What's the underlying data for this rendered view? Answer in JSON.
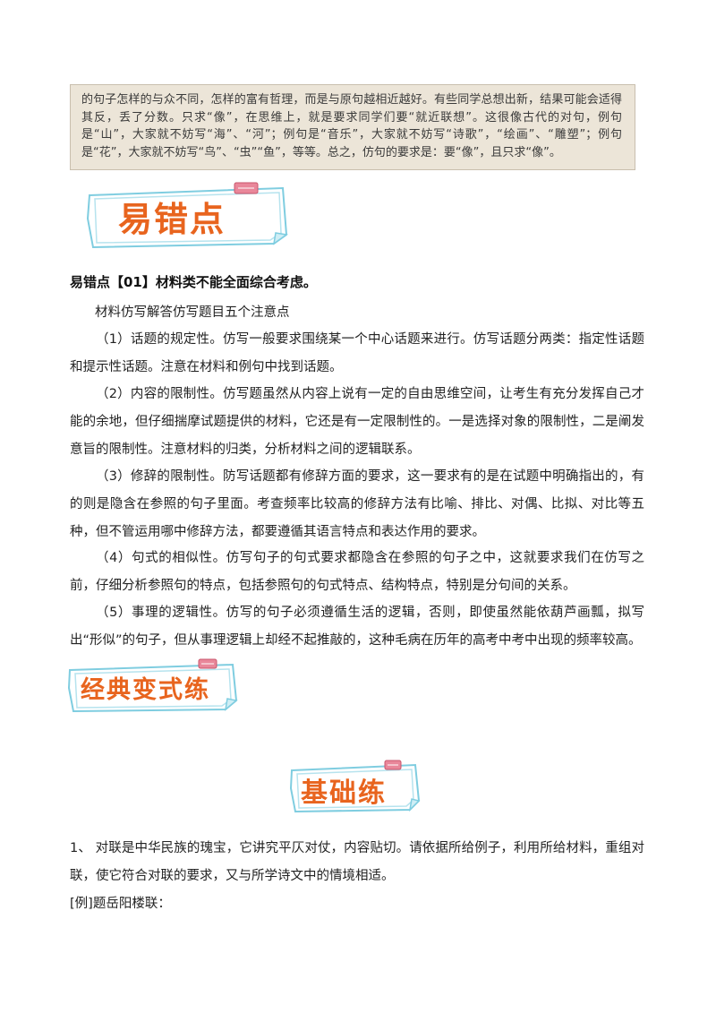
{
  "tip": {
    "text": "的句子怎样的与众不同，怎样的富有哲理，而是与原句越相近越好。有些同学总想出新，结果可能会适得其反，丢了分数。只求“像”，在思维上，就是要求同学们要“就近联想”。这很像古代的对句，例句是“山”，大家就不妨写“海”、“河”；例句是“音乐”，大家就不妨写“诗歌”，“绘画”、“雕塑”；例句是“花”，大家就不妨写“鸟”、“虫”“鱼”，等等。总之，仿句的要求是：要“像”，且只求“像”。"
  },
  "banners": {
    "error_points": "易错点",
    "classic_practice": "经典变式练",
    "basic_practice": "基础练"
  },
  "error_section": {
    "heading": "易错点【01】材料类不能全面综合考虑。",
    "intro": "材料仿写解答仿写题目五个注意点",
    "items": [
      "（1）话题的规定性。仿写一般要求围绕某一个中心话题来进行。仿写话题分两类：指定性话题和提示性话题。注意在材料和例句中找到话题。",
      "（2）内容的限制性。仿写题虽然从内容上说有一定的自由思维空间，让考生有充分发挥自己才能的余地，但仔细揣摩试题提供的材料，它还是有一定限制性的。一是选择对象的限制性，二是阐发意旨的限制性。注意材料的归类，分析材料之间的逻辑联系。",
      "（3）修辞的限制性。防写话题都有修辞方面的要求，这一要求有的是在试题中明确指出的，有的则是隐含在参照的句子里面。考查频率比较高的修辞方法有比喻、排比、对偶、比拟、对比等五种，但不管运用哪中修辞方法，都要遵循其语言特点和表达作用的要求。",
      "（4）句式的相似性。仿写句子的句式要求都隐含在参照的句子之中，这就要求我们在仿写之前，仔细分析参照句的特点，包括参照句的句式特点、结构特点，特别是分句间的关系。",
      "（5）事理的逻辑性。仿写的句子必须遵循生活的逻辑，否则，即使虽然能依葫芦画瓢，拟写出“形似”的句子，但从事理逻辑上却经不起推敲的，这种毛病在历年的高考中考中出现的频率较高。"
    ]
  },
  "question": {
    "text": "1、 对联是中华民族的瑰宝，它讲究平仄对仗，内容贴切。请依据所给例子，利用所给材料，重组对联，使它符合对联的要求，又与所学诗文中的情境相适。",
    "example": "[例]题岳阳楼联："
  },
  "colors": {
    "banner_title": "#e8641e",
    "banner_border": "#7fcde0",
    "clip": "#e9879a"
  }
}
